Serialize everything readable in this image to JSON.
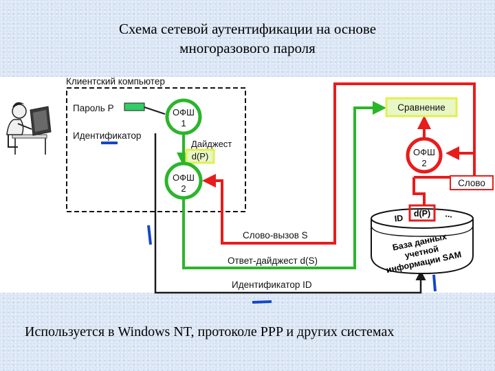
{
  "title": {
    "line1": "Схема сетевой аутентификации на основе",
    "line2": "многоразового пароля"
  },
  "diagram": {
    "client_box": "Клиентский компьютер",
    "password": "Пароль P",
    "identifier": "Идентификатор",
    "hash1": {
      "line1": "ОФШ",
      "line2": "1"
    },
    "digest_label": "Дайджест",
    "digest_value": "d(P)",
    "hash2_client": {
      "line1": "ОФШ",
      "line2": "2"
    },
    "comparison": "Сравнение",
    "hash2_server": {
      "line1": "ОФШ",
      "line2": "2"
    },
    "word": "Слово",
    "db_id": "ID",
    "db_dp": "d(P)",
    "db_dots": "...",
    "db_name": {
      "line1": "База данных",
      "line2": "учетной",
      "line3": "информации SAM"
    },
    "challenge": "Слово-вызов S",
    "response": "Ответ-дайджест d(S)",
    "identifier_id": "Идентификатор ID"
  },
  "footer": "Используется в Windows NT, протоколе PPP и других системах",
  "colors": {
    "red": "#e81c1c",
    "green": "#2bb52b",
    "black": "#1a1a1a",
    "highlight_fill": "#e7f7c6",
    "highlight_border": "#e3ef4f",
    "marker_blue": "#1546c9",
    "password_box": "#33cc66"
  }
}
